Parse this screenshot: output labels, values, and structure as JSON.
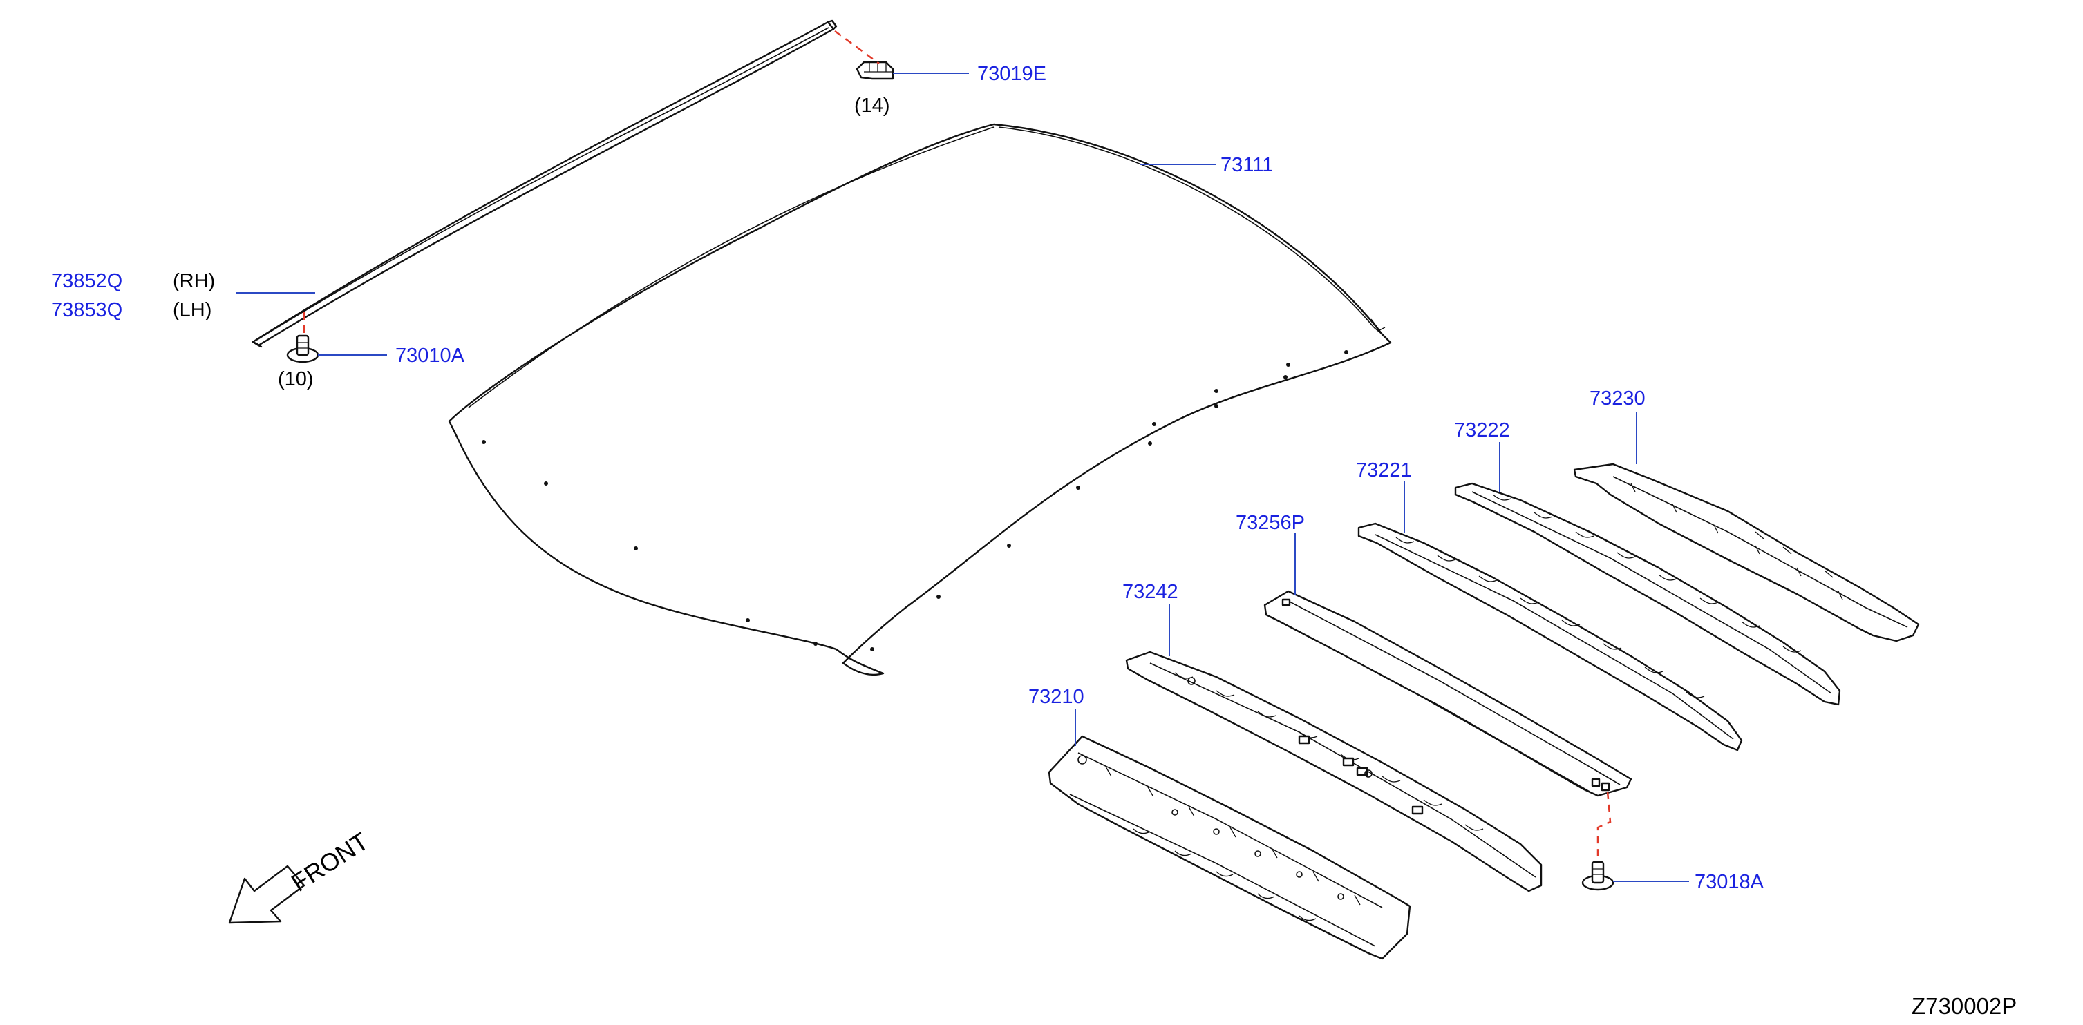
{
  "diagram": {
    "drawing_code": "Z730002P",
    "front_indicator": "FRONT",
    "parts": [
      {
        "id": "73019E",
        "number": "73019E",
        "qty": "(14)"
      },
      {
        "id": "73111",
        "number": "73111"
      },
      {
        "id": "73852Q",
        "number": "73852Q",
        "side": "(RH)"
      },
      {
        "id": "73853Q",
        "number": "73853Q",
        "side": "(LH)"
      },
      {
        "id": "73010A",
        "number": "73010A",
        "qty": "(10)"
      },
      {
        "id": "73230",
        "number": "73230"
      },
      {
        "id": "73222",
        "number": "73222"
      },
      {
        "id": "73221",
        "number": "73221"
      },
      {
        "id": "73256P",
        "number": "73256P"
      },
      {
        "id": "73242",
        "number": "73242"
      },
      {
        "id": "73210",
        "number": "73210"
      },
      {
        "id": "73018A",
        "number": "73018A"
      }
    ],
    "colors": {
      "part_number": "#1a22e0",
      "leader_line": "#2b49c4",
      "fastener_dash": "#e23a2a",
      "outline": "#111111"
    }
  }
}
